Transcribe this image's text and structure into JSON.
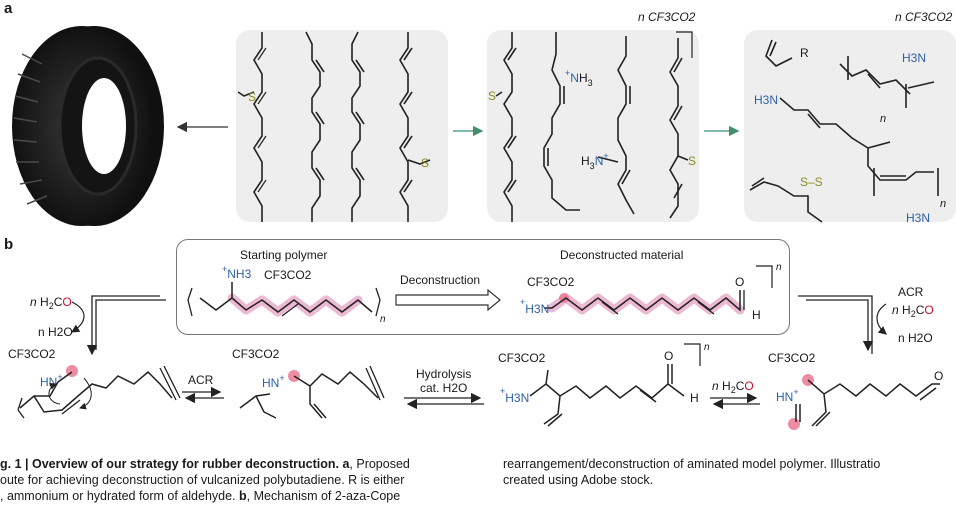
{
  "colors": {
    "nitrogen": "#2f5fa8",
    "oxygen": "#c8102e",
    "sulfur": "#8a8a1a",
    "highlight": "#e8a6c8",
    "arrow_green": "#3f8f6f",
    "panel_bg": "#eeeeee"
  },
  "labels": {
    "panel_a": "a",
    "panel_b": "b"
  },
  "panel_a": {
    "counter_ion_2": "n CF3CO2",
    "counter_ion_3": "n CF3CO2",
    "s_label_1": "S",
    "s_label_2": "S",
    "s_label_3": "S",
    "s_label_4": "S",
    "nh3_top": "NH3",
    "nh3_bottom": "NH3",
    "p3_r": "R",
    "p3_nh3_top": "H3N",
    "p3_nh3_left": "H3N",
    "p3_nh3_bottom": "H3N",
    "p3_ss": "S–S",
    "p3_n1": "n",
    "p3_n2": "n"
  },
  "scheme_b": {
    "starting_polymer": "Starting polymer",
    "deconstructed_material": "Deconstructed material",
    "deconstruction": "Deconstruction",
    "nh3": "NH3",
    "cf3co2_1": "CF3CO2",
    "cf3co2_2": "CF3CO2",
    "cf3co2_3": "CF3CO2",
    "cf3co2_4": "CF3CO2",
    "cf3co2_5": "CF3CO2",
    "cf3co2_6": "CF3CO2",
    "n_h2co_left": "n H2CO",
    "n_h2o_left": "n H2O",
    "n_h2co_right": "n H2CO",
    "n_h2o_right": "n H2O",
    "n_h2co_mid": "n H2CO",
    "acr_left": "ACR",
    "acr_right": "ACR",
    "hydrolysis": "Hydrolysis",
    "cat_h2o": "cat. H2O",
    "n": "n",
    "o": "O",
    "h": "H",
    "hn": "HN",
    "h3n": "H3N",
    "n_atom": "N"
  },
  "caption": {
    "left_bold": "g. 1 | Overview of our strategy for rubber deconstruction. a",
    "left_rest_1": ", Proposed",
    "left_line2": "oute for achieving deconstruction of vulcanized polybutadiene. R is either",
    "left_line3": ", ammonium or hydrated form of aldehyde.",
    "left_b_bold": "b",
    "left_line3_end": ", Mechanism of 2-aza-Cope",
    "right_line1": "rearrangement/deconstruction of aminated model polymer. Illustratio",
    "right_line2": "created using Adobe stock."
  }
}
